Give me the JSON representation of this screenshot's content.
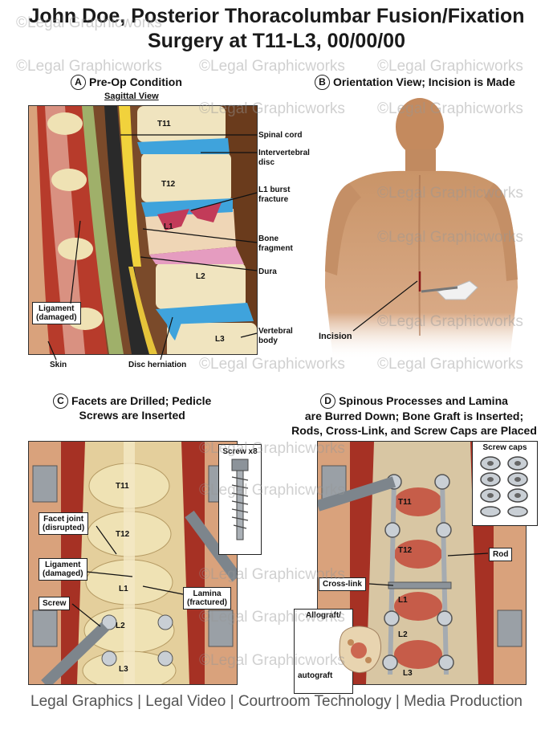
{
  "title": {
    "line1": "John Doe, Posterior Thoracolumbar Fusion/Fixation",
    "line2": "Surgery at T11-L3, 00/00/00"
  },
  "watermark": "©Legal Graphicworks",
  "panels": {
    "a": {
      "letter": "A",
      "heading": "Pre-Op Condition",
      "subheading": "Sagittal View",
      "vertebrae": [
        "T11",
        "T12",
        "L1",
        "L2",
        "L3"
      ],
      "labels": {
        "spinal_cord": "Spinal cord",
        "disc_1": "Intervertebral",
        "disc_2": "disc",
        "fracture_1": "L1 burst",
        "fracture_2": "fracture",
        "fragment_1": "Bone",
        "fragment_2": "fragment",
        "dura": "Dura",
        "ligament_1": "Ligament",
        "ligament_2": "(damaged)",
        "vertebral_1": "Vertebral",
        "vertebral_2": "body",
        "skin": "Skin",
        "herniation": "Disc herniation"
      }
    },
    "b": {
      "letter": "B",
      "heading": "Orientation View; Incision is Made",
      "incision_label": "Incision"
    },
    "c": {
      "letter": "C",
      "heading_1": "Facets are Drilled; Pedicle",
      "heading_2": "Screws are Inserted",
      "vertebrae": [
        "T11",
        "T12",
        "L1",
        "L2",
        "L3"
      ],
      "screw_box": "Screw x8",
      "labels": {
        "facet_1": "Facet joint",
        "facet_2": "(disrupted)",
        "ligament_1": "Ligament",
        "ligament_2": "(damaged)",
        "lamina_1": "Lamina",
        "lamina_2": "(fractured)",
        "screw": "Screw"
      }
    },
    "d": {
      "letter": "D",
      "heading_1": "Spinous Processes and Lamina",
      "heading_2": "are Burred Down; Bone Graft is Inserted;",
      "heading_3": "Rods, Cross-Link, and Screw Caps are Placed",
      "vertebrae": [
        "T11",
        "T12",
        "L1",
        "L2",
        "L3"
      ],
      "caps_box": "Screw caps",
      "labels": {
        "rod": "Rod",
        "cross_link": "Cross-link",
        "graft_1": "Allograft/",
        "graft_2": "autograft"
      }
    }
  },
  "footer": "Legal Graphics | Legal Video | Courtroom Technology | Media Production",
  "colors": {
    "bone": "#efe2b4",
    "disc": "#3fa3dc",
    "cord": "#f1d23c",
    "muscle": "#b83a2c",
    "skin": "#c99468",
    "metal": "#9aa0a6"
  }
}
